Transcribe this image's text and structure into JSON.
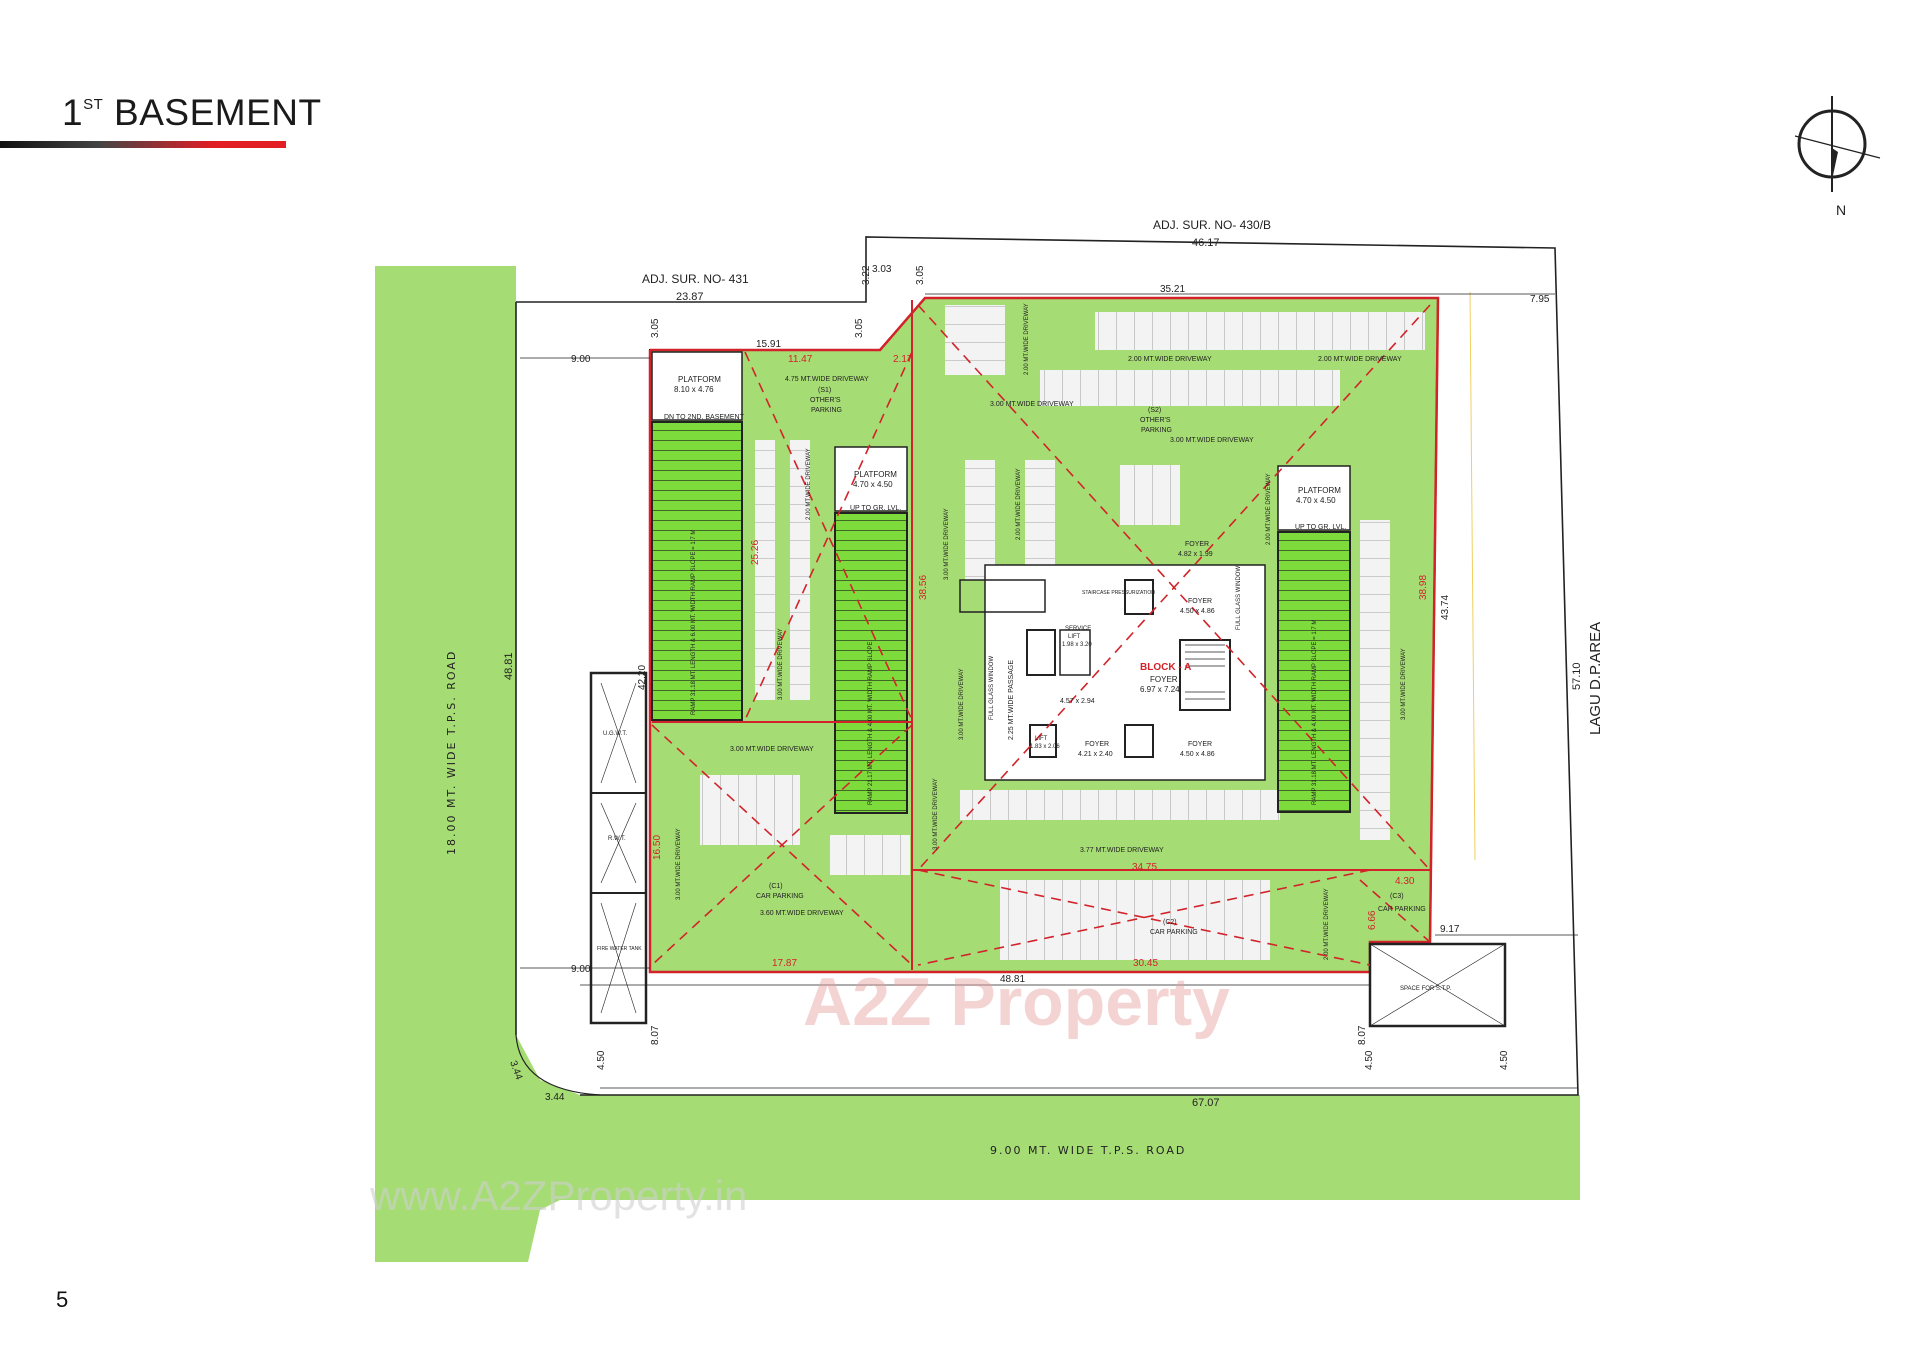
{
  "title": {
    "ordinal": "1",
    "suffix": "ST",
    "text": "BASEMENT"
  },
  "page_number": "5",
  "north_label": "N",
  "colors": {
    "green": "#a6dc74",
    "bright_green": "#7ddc3c",
    "red": "#d2232a",
    "outline": "#222222"
  },
  "roads": {
    "west": "18.00 MT. WIDE T.P.S. ROAD",
    "south": "9.00 MT. WIDE T.P.S. ROAD",
    "east": "LAGU D.P.AREA"
  },
  "adjacent": {
    "north_west": "ADJ. SUR. NO- 431",
    "north_west_len": "23.87",
    "north_east": "ADJ. SUR. NO- 430/B",
    "north_east_len": "46.17"
  },
  "dimensions": {
    "d_322": "3.22",
    "d_303": "3.03",
    "d_305a": "3.05",
    "d_305b": "3.05",
    "d_305c": "3.05",
    "d_3521": "35.21",
    "d_795": "7.95",
    "d_1591": "15.91",
    "d_900a": "9.00",
    "d_900b": "9.00",
    "d_4881a": "48.81",
    "d_4881b": "48.81",
    "d_4220": "42.20",
    "d_5710": "57.10",
    "d_4374": "43.74",
    "d_807a": "8.07",
    "d_807b": "8.07",
    "d_450a": "4.50",
    "d_450b": "4.50",
    "d_450c": "4.50",
    "d_6707": "67.07",
    "d_344a": "3.44",
    "d_344b": "3.44",
    "d_917": "9.17"
  },
  "red_dims": {
    "r_1147": "11.47",
    "r_217": "2.17",
    "r_2526": "25.26",
    "r_3856": "38.56",
    "r_3898": "38.98",
    "r_1650": "16.50",
    "r_1787": "17.87",
    "r_3045": "30.45",
    "r_3475": "34.75",
    "r_430": "4.30",
    "r_666": "6.66"
  },
  "labels": {
    "platform_nw": "PLATFORM",
    "platform_nw_size": "8.10 x 4.76",
    "dn_2nd": "DN TO 2ND. BASEMENT",
    "driveway_s1": "4.75 MT.WIDE DRIVEWAY",
    "s1": "(S1)",
    "others_parking_1": "OTHER'S",
    "parking_1": "PARKING",
    "platform_mid": "PLATFORM",
    "platform_mid_size": "4.70 x 4.50",
    "up_gr_1": "UP TO GR. LVL.",
    "platform_ne": "PLATFORM",
    "platform_ne_size": "4.70 x 4.50",
    "up_gr_2": "UP TO GR. LVL.",
    "s2": "(S2)",
    "others_parking_2": "OTHER'S",
    "parking_2": "PARKING",
    "drive_200_a": "2.00 MT.WIDE DRIVEWAY",
    "drive_200_b": "2.00 MT.WIDE DRIVEWAY",
    "drive_300_a": "3.00 MT.WIDE DRIVEWAY",
    "drive_300_b": "3.00 MT.WIDE DRIVEWAY",
    "drive_300_c": "3.00 MT.WIDE DRIVEWAY",
    "drive_360": "3.60 MT.WIDE DRIVEWAY",
    "drive_377": "3.77 MT.WIDE DRIVEWAY",
    "c1": "(C1)",
    "car_parking_c1": "CAR PARKING",
    "c2": "(C2)",
    "car_parking_c2": "CAR PARKING",
    "c3": "(C3)",
    "car_parking_c3": "CAR PARKING",
    "block": "BLOCK - A",
    "foyer_main": "FOYER",
    "foyer_main_size": "6.97 x 7.24",
    "foyer_a": "FOYER",
    "foyer_a_size": "4.82 x 1.99",
    "foyer_b": "FOYER",
    "foyer_b_size": "4.50 x 4.86",
    "foyer_c": "FOYER",
    "foyer_c_size": "4.50 x 4.86",
    "foyer_d": "FOYER",
    "foyer_d_size": "4.21 x 2.40",
    "service_lift": "SERVICE",
    "service_lift_b": "LIFT",
    "service_lift_size": "1.98 x 3.20",
    "lift": "LIFT",
    "lift_size": "1.83 x 2.06",
    "passage": "2.25 MT.WIDE PASSAGE",
    "passage_size": "4.57 x 2.94",
    "full_glass_1": "FULL GLASS WINDOW",
    "full_glass_2": "FULL GLASS WINDOW",
    "stair_press": "STAIRCASE PRESSURIZATION",
    "ugwt": "U.G.W.T.",
    "rwt": "R.W.T.",
    "fire_tank": "FIRE WATER TANK",
    "stp": "SPACE FOR S.T.P.",
    "ramp_1": "RAMP 31.18 MT. LENGTH & 6.00 MT. WIDTH RAMP SLOPE = 1:7 M",
    "ramp_2": "RAMP 21.17 MT. LENGTH & 4.00 MT. WIDTH RAMP SLOPE",
    "ramp_3": "RAMP 31.18 MT. LENGTH & 4.00 MT. WIDTH RAMP SLOPE = 1:7 M",
    "v_drive_1": "2.00 MT.WIDE DRIVEWAY",
    "v_drive_2": "3.00 MT.WIDE DRIVEWAY",
    "v_drive_3": "3.00 MT.WIDE DRIVEWAY",
    "v_drive_4": "2.00 MT.WIDE DRIVEWAY",
    "v_drive_5": "3.00 MT.WIDE DRIVEWAY",
    "v_drive_6": "2.00 MT.WIDE DRIVEWAY",
    "v_drive_7": "2.00 MT.WIDE DRIVEWAY",
    "v_drive_8": "2.00 MT.WIDE DRIVEWAY",
    "v_drive_9": "3.00 MT.WIDE DRIVEWAY",
    "v_drive_10": "3.00 MT.WIDE DRIVEWAY",
    "v_drive_11": "3.00 MT.WIDE DRIVEWAY"
  },
  "watermark": {
    "logo": "A2Z Property",
    "url": "www.A2ZProperty.in"
  }
}
